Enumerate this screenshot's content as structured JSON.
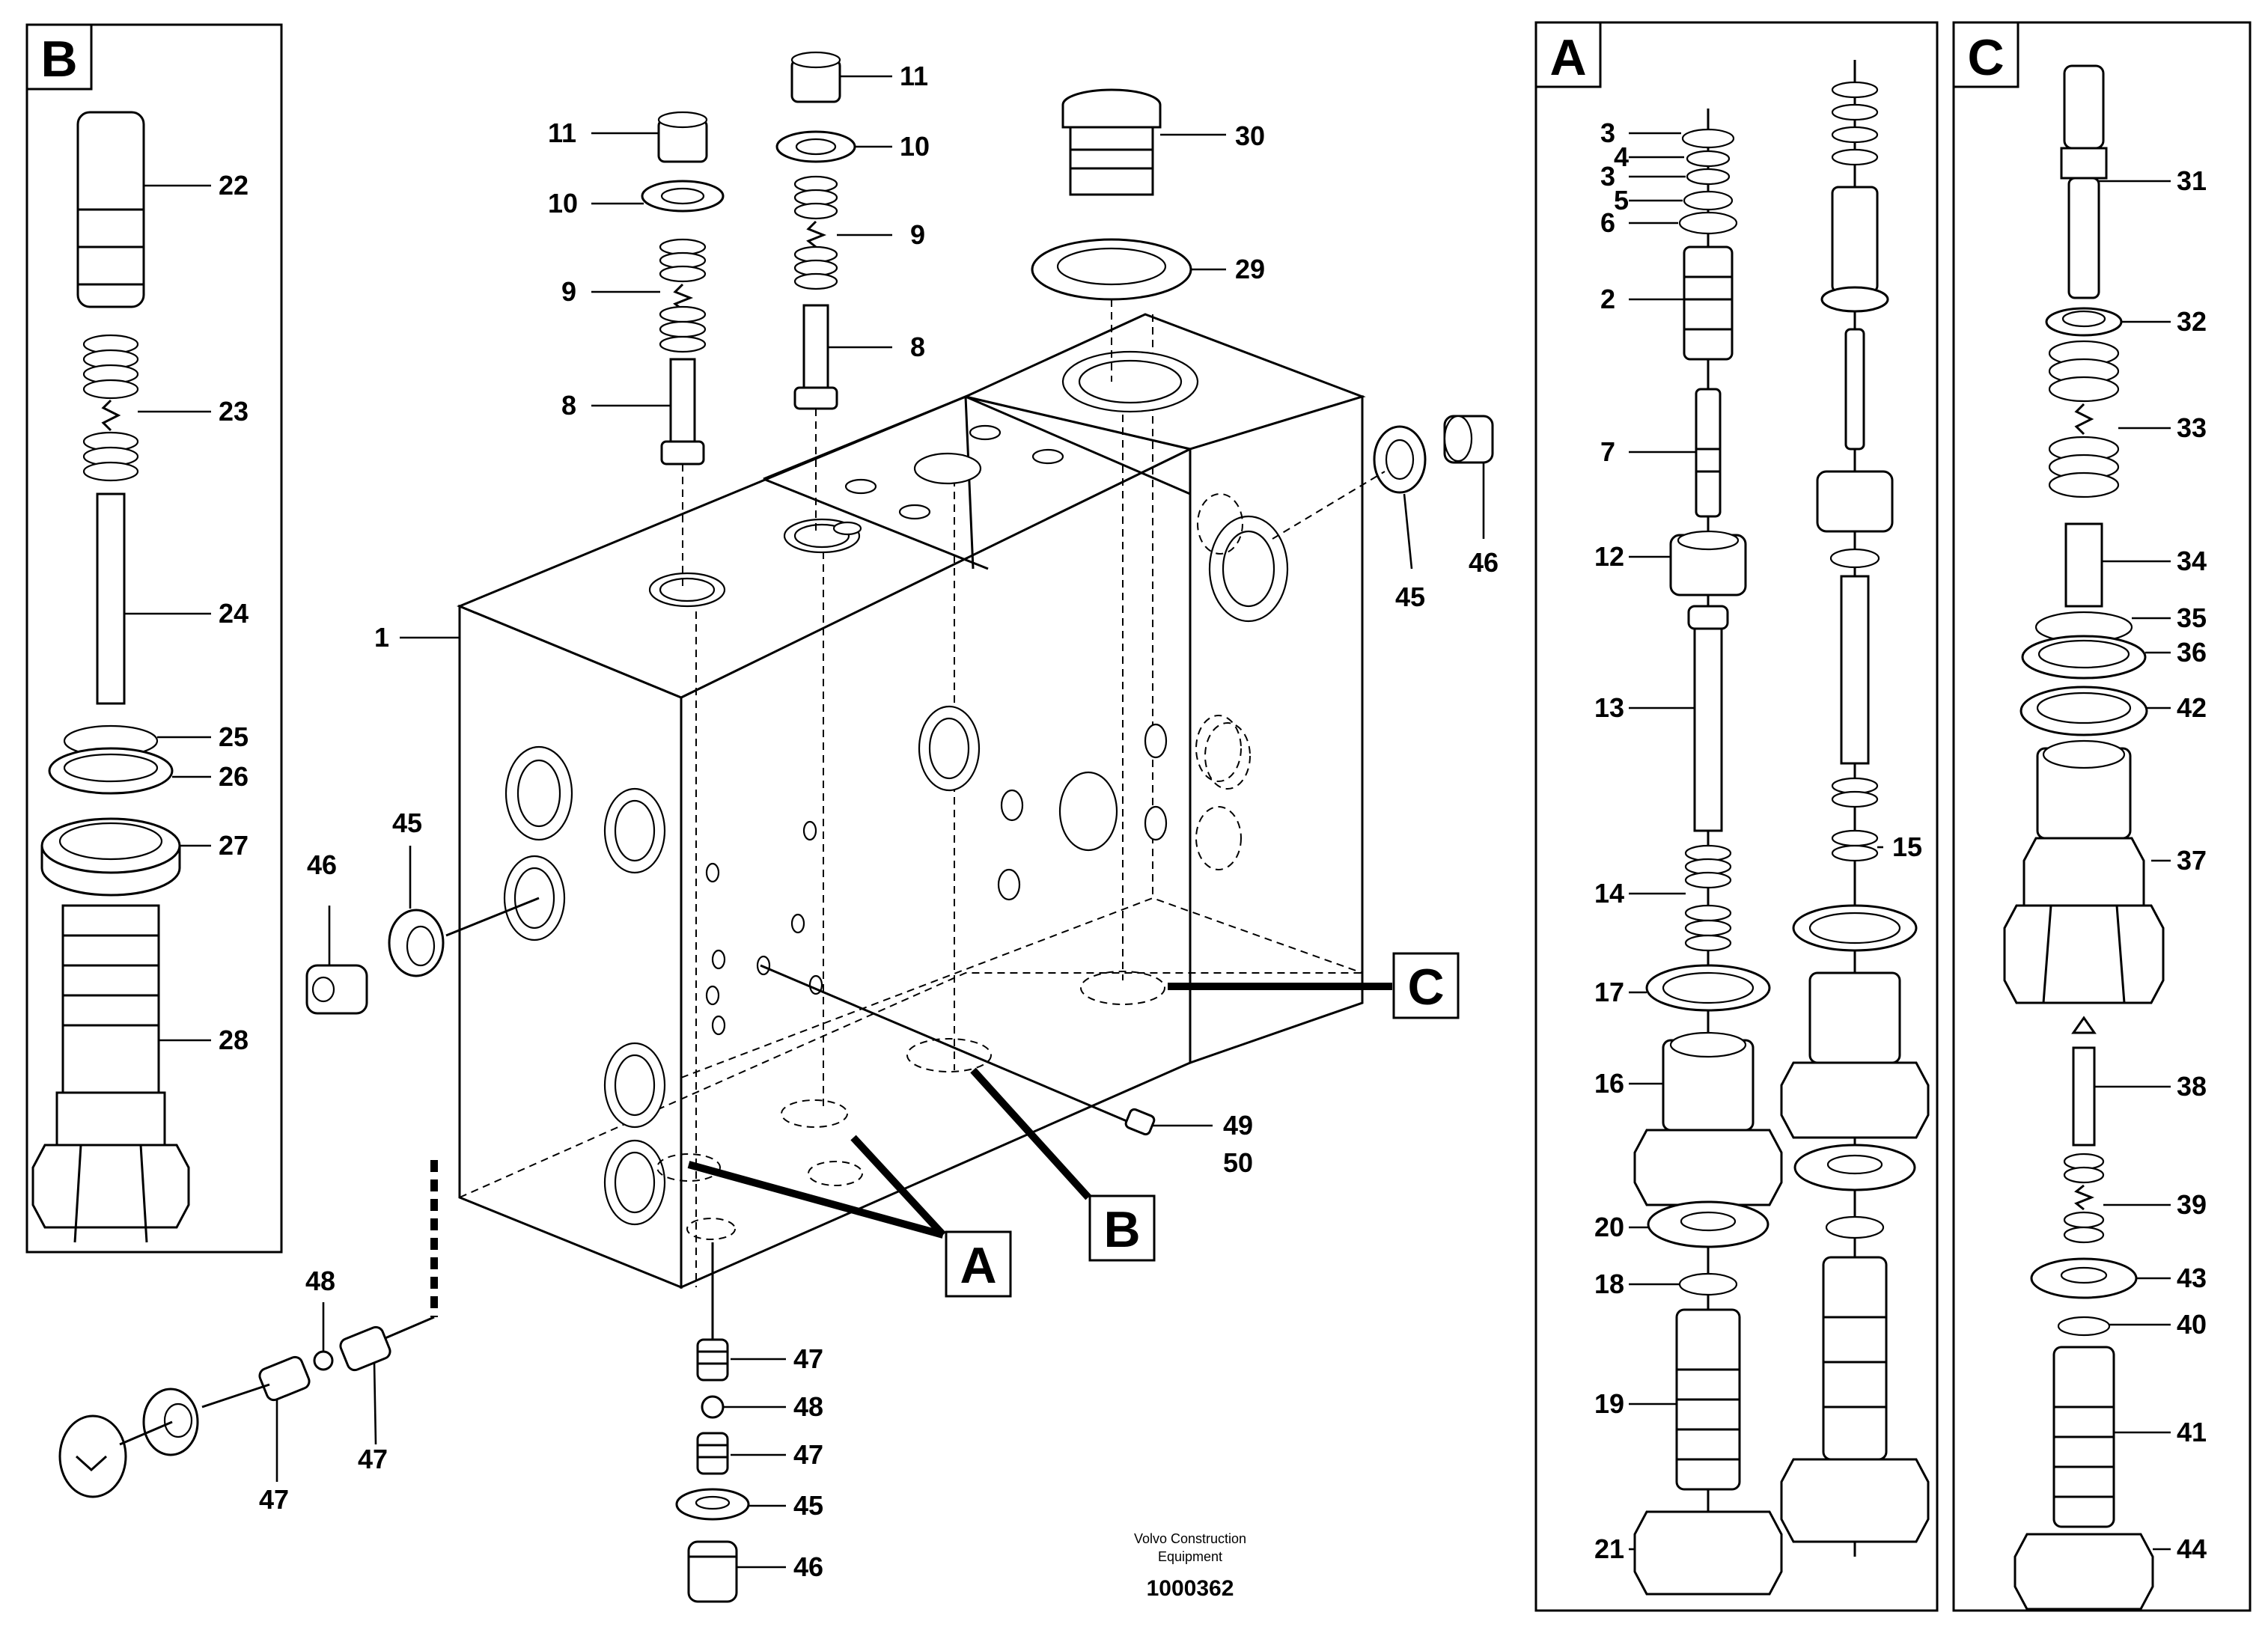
{
  "panels": {
    "B": "B",
    "A": "A",
    "C": "C"
  },
  "callouts": {
    "A": "A",
    "B": "B",
    "C": "C"
  },
  "parts": {
    "p1": "1",
    "p2": "2",
    "p3a": "3",
    "p3b": "3",
    "p4": "4",
    "p5": "5",
    "p6": "6",
    "p7": "7",
    "p8a": "8",
    "p8b": "8",
    "p9a": "9",
    "p9b": "9",
    "p10a": "10",
    "p10b": "10",
    "p11a": "11",
    "p11b": "11",
    "p12": "12",
    "p13": "13",
    "p14": "14",
    "p15": "15",
    "p16": "16",
    "p17": "17",
    "p18": "18",
    "p19": "19",
    "p20": "20",
    "p21": "21",
    "p22": "22",
    "p23": "23",
    "p24": "24",
    "p25": "25",
    "p26": "26",
    "p27": "27",
    "p28": "28",
    "p29": "29",
    "p30": "30",
    "p31": "31",
    "p32": "32",
    "p33": "33",
    "p34": "34",
    "p35": "35",
    "p36": "36",
    "p37": "37",
    "p38": "38",
    "p39": "39",
    "p40": "40",
    "p41": "41",
    "p42": "42",
    "p43": "43",
    "p44": "44",
    "p45a": "45",
    "p45b": "45",
    "p45c": "45",
    "p46a": "46",
    "p46b": "46",
    "p46c": "46",
    "p47a": "47",
    "p47b": "47",
    "p47c": "47",
    "p47d": "47",
    "p48a": "48",
    "p48b": "48",
    "p49": "49",
    "p50": "50"
  },
  "footer": {
    "line1": "Volvo Construction",
    "line2": "Equipment",
    "drawing_number": "1000362"
  }
}
